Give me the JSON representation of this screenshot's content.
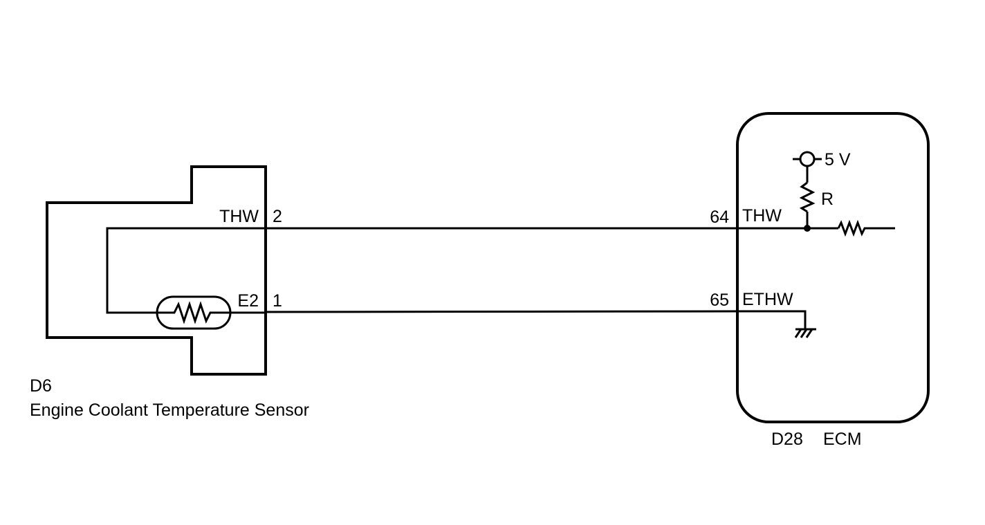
{
  "sensor": {
    "code": "D6",
    "name": "Engine Coolant Temperature Sensor",
    "terminals": [
      {
        "signal": "THW",
        "pin": "2"
      },
      {
        "signal": "E2",
        "pin": "1"
      }
    ]
  },
  "ecm": {
    "code": "D28",
    "name": "ECM",
    "terminals": [
      {
        "pin": "64",
        "signal": "THW"
      },
      {
        "pin": "65",
        "signal": "ETHW"
      }
    ],
    "supply_label": "5 V",
    "resistor_label": "R"
  }
}
